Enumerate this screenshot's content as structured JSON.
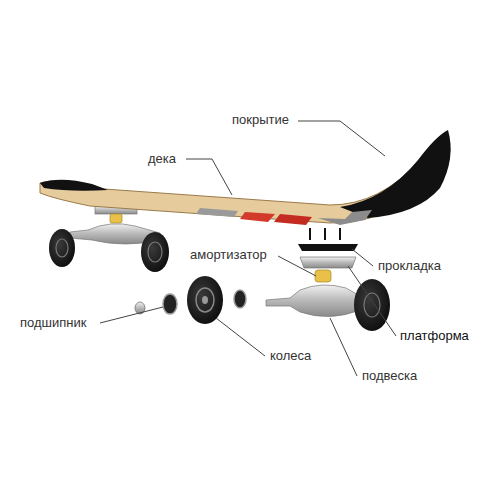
{
  "diagram": {
    "labels": [
      "покрытие",
      "дека",
      "амортизатор",
      "прокладка",
      "платформа",
      "подшипник",
      "колеса",
      "подвеска"
    ]
  }
}
